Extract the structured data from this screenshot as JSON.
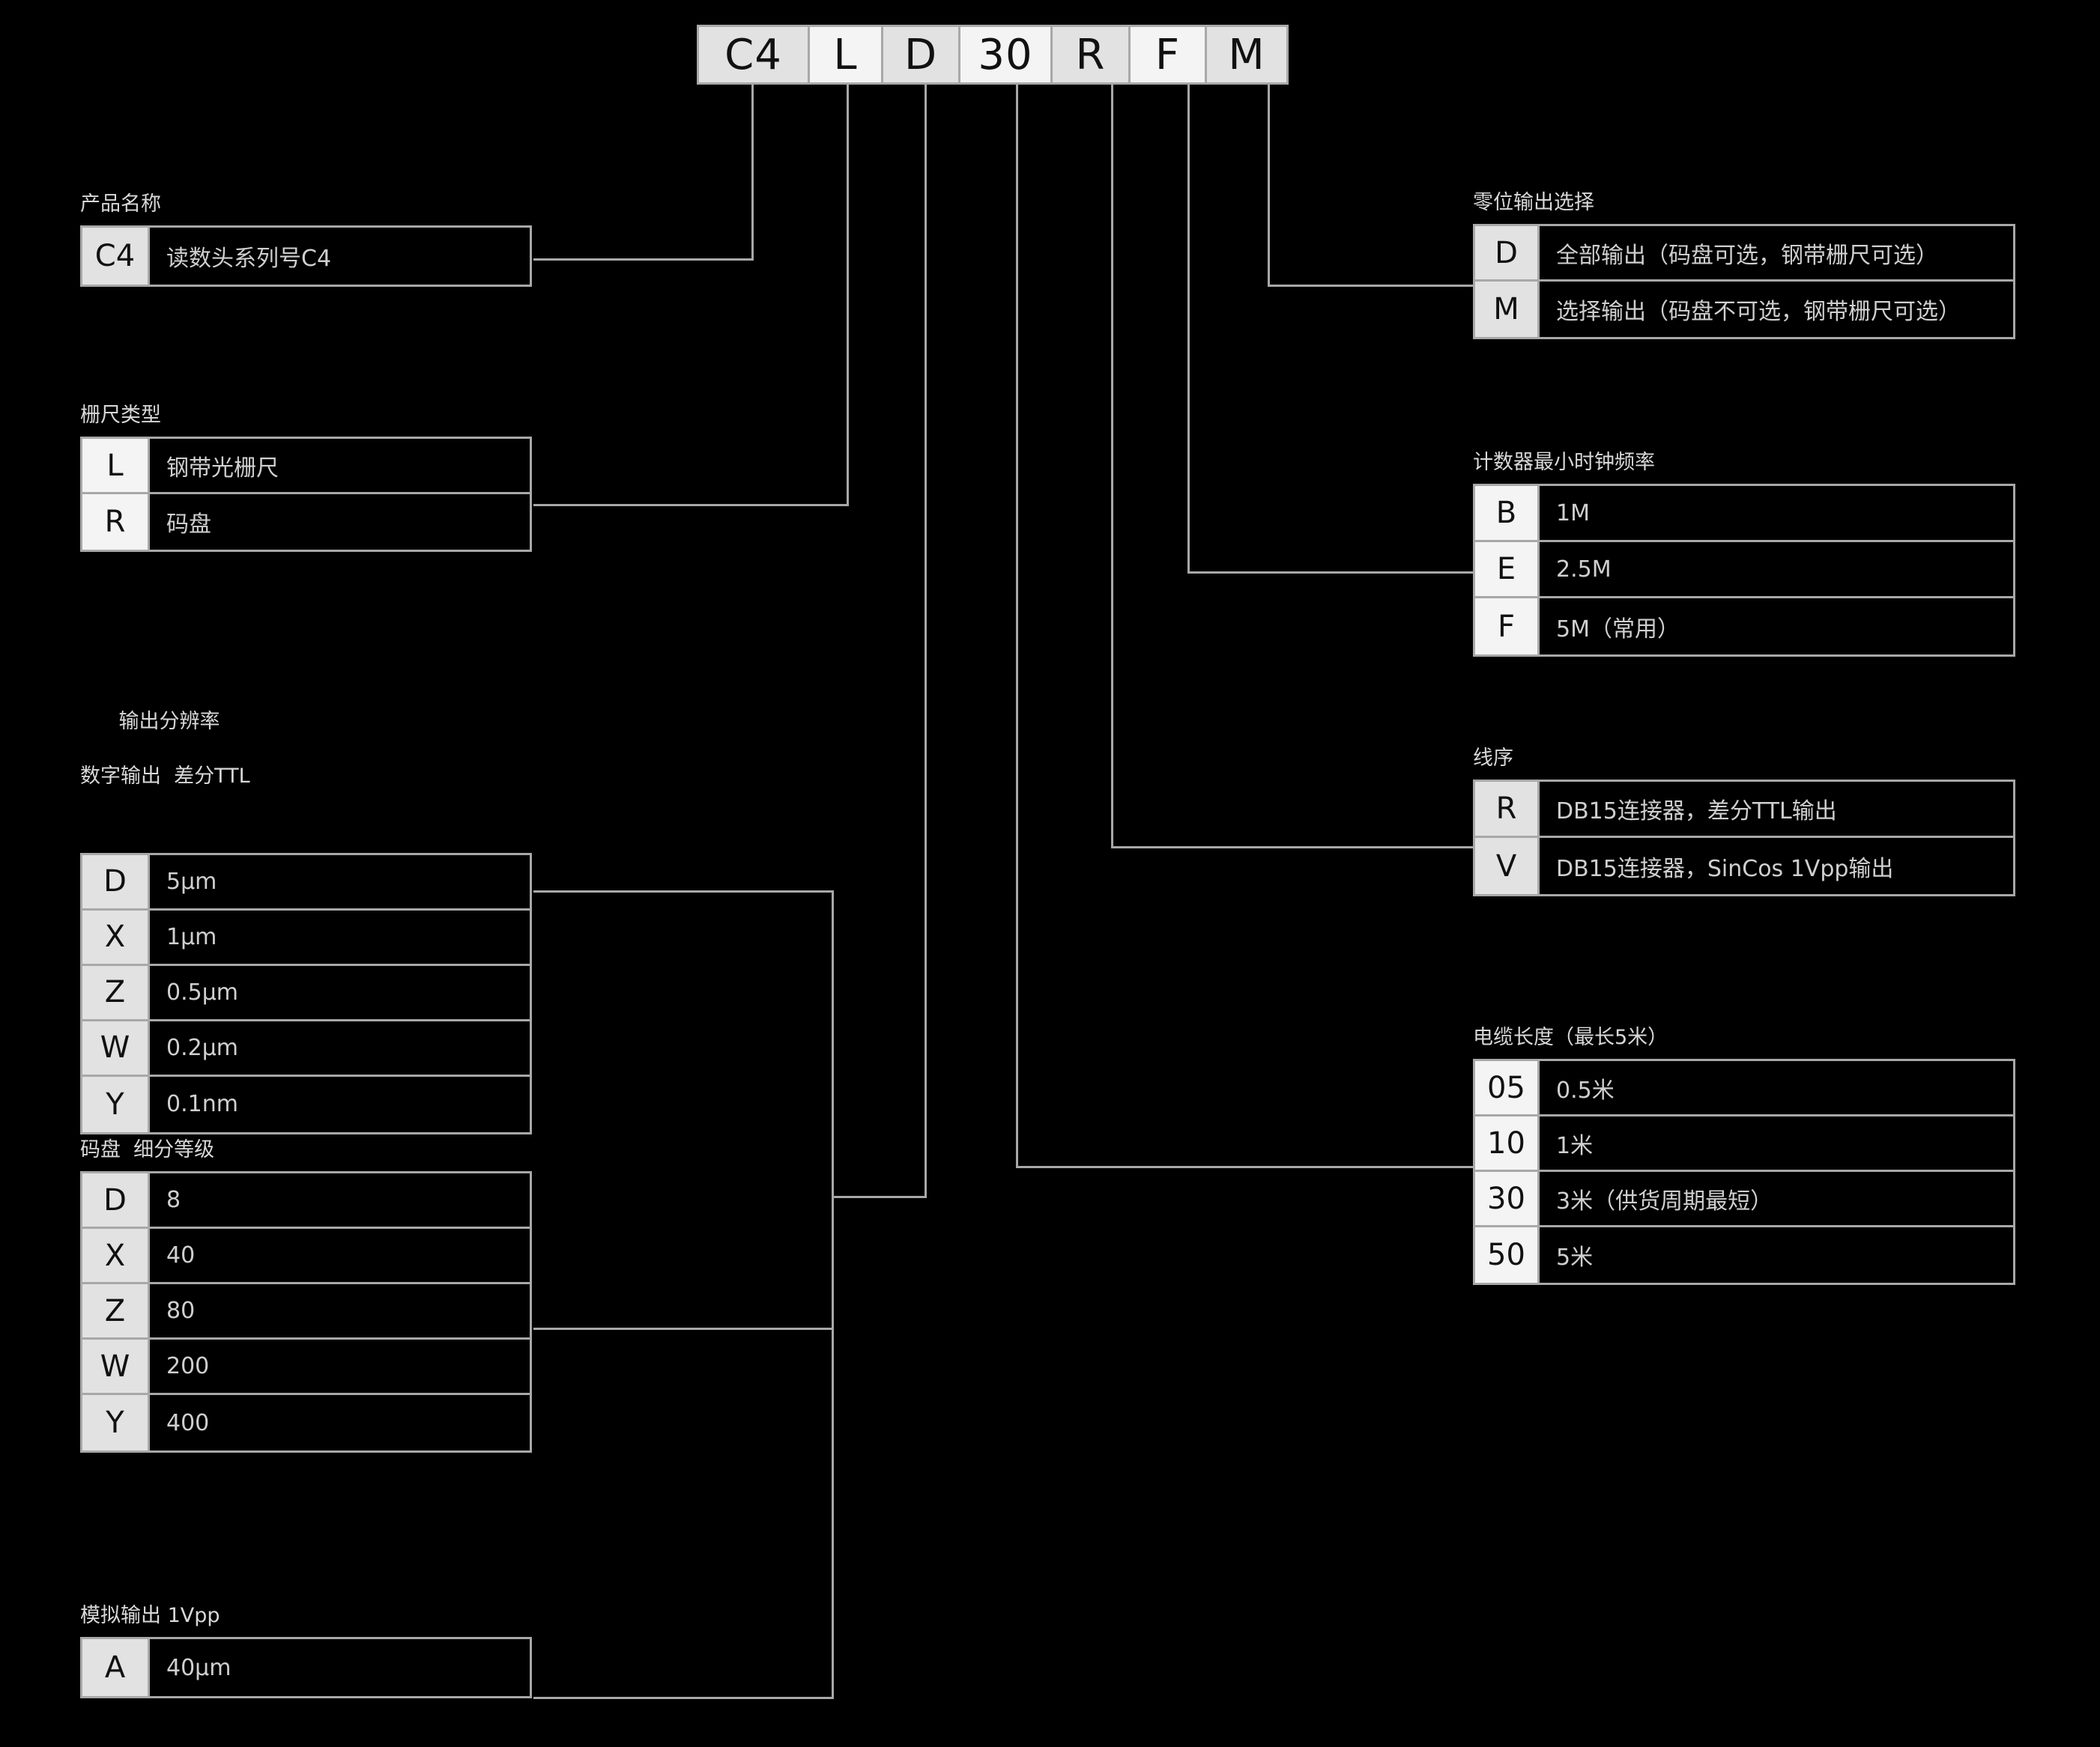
{
  "code_bar": {
    "name": "part-number-code",
    "segments": [
      {
        "id": "seg1",
        "value": "C4"
      },
      {
        "id": "seg2",
        "value": "L"
      },
      {
        "id": "seg3",
        "value": "D"
      },
      {
        "id": "seg4",
        "value": "30"
      },
      {
        "id": "seg5",
        "value": "R"
      },
      {
        "id": "seg6",
        "value": "F"
      },
      {
        "id": "seg7",
        "value": "M"
      }
    ],
    "full_code": "C4LD30RFM"
  },
  "groups": {
    "product_name": {
      "title": "产品名称",
      "subtitle": "",
      "rows": [
        {
          "key": "C4",
          "desc": "读数头系列号C4"
        }
      ]
    },
    "scale_type": {
      "title": "栅尺类型",
      "subtitle": "",
      "rows": [
        {
          "key": "L",
          "desc": "钢带光栅尺"
        },
        {
          "key": "R",
          "desc": "码盘"
        }
      ]
    },
    "output_resolution": {
      "title": "输出分辨率",
      "subtitle": "数字输出  差分TTL",
      "rows": [
        {
          "key": "D",
          "desc": "5μm"
        },
        {
          "key": "X",
          "desc": "1μm"
        },
        {
          "key": "Z",
          "desc": "0.5μm"
        },
        {
          "key": "W",
          "desc": "0.2μm"
        },
        {
          "key": "Y",
          "desc": "0.1nm"
        }
      ]
    },
    "encoder_subdivision": {
      "title": "码盘  细分等级",
      "subtitle": "",
      "rows": [
        {
          "key": "D",
          "desc": "8"
        },
        {
          "key": "X",
          "desc": "40"
        },
        {
          "key": "Z",
          "desc": "80"
        },
        {
          "key": "W",
          "desc": "200"
        },
        {
          "key": "Y",
          "desc": "400"
        }
      ]
    },
    "analog_output": {
      "title": "模拟输出 1Vpp",
      "subtitle": "",
      "rows": [
        {
          "key": "A",
          "desc": "40μm"
        }
      ]
    },
    "zero_output": {
      "title": "零位输出选择",
      "subtitle": "",
      "rows": [
        {
          "key": "D",
          "desc": "全部输出（码盘可选，钢带栅尺可选）"
        },
        {
          "key": "M",
          "desc": "选择输出（码盘不可选，钢带栅尺可选）"
        }
      ]
    },
    "counter_clock": {
      "title": "计数器最小时钟频率",
      "subtitle": "",
      "rows": [
        {
          "key": "B",
          "desc": "1M"
        },
        {
          "key": "E",
          "desc": "2.5M"
        },
        {
          "key": "F",
          "desc": "5M（常用）"
        }
      ]
    },
    "wiring_order": {
      "title": "线序",
      "subtitle": "",
      "rows": [
        {
          "key": "R",
          "desc": "DB15连接器，差分TTL输出"
        },
        {
          "key": "V",
          "desc": "DB15连接器，SinCos 1Vpp输出"
        }
      ]
    },
    "cable_length": {
      "title": "电缆长度（最长5米）",
      "subtitle": "",
      "rows": [
        {
          "key": "05",
          "desc": "0.5米"
        },
        {
          "key": "10",
          "desc": "1米"
        },
        {
          "key": "30",
          "desc": "3米（供货周期最短）"
        },
        {
          "key": "50",
          "desc": "5米"
        }
      ]
    }
  },
  "colors": {
    "background": "#000000",
    "line": "#a8a8a8",
    "key_cell_light": "#f4f4f4",
    "key_cell_gray": "#e2e2e2",
    "desc_text": "#cfcfcf",
    "key_text": "#111111"
  }
}
